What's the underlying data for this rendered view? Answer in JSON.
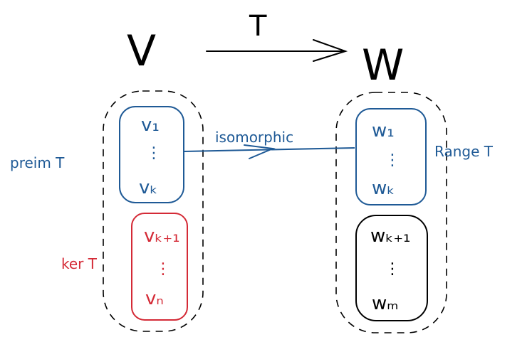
{
  "labels": {
    "domain_space": "V",
    "codomain_space": "W",
    "map": "T",
    "preimage": "preim T",
    "kernel": "ker T",
    "range": "Range T",
    "connection": "isomorphic"
  },
  "left_upper_box": [
    "v₁",
    "⋮",
    "vₖ"
  ],
  "left_lower_box": [
    "vₖ₊₁",
    "⋮",
    "vₙ"
  ],
  "right_upper_box": [
    "w₁",
    "⋮",
    "wₖ"
  ],
  "right_lower_box": [
    "wₖ₊₁",
    "⋮",
    "wₘ"
  ],
  "colors": {
    "blue": "#1f5a96",
    "red": "#d42a36",
    "black": "#000000"
  }
}
